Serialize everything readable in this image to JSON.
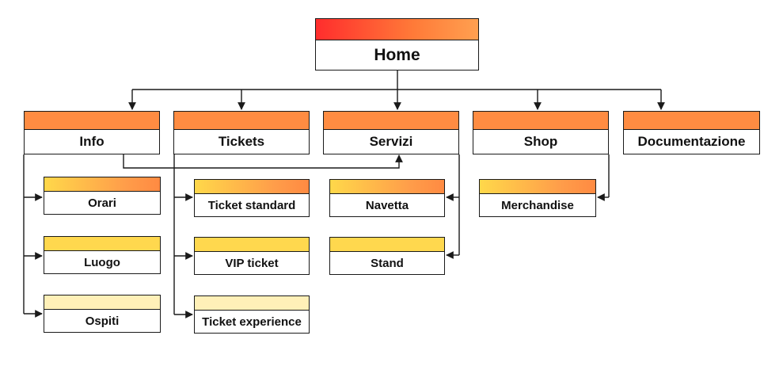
{
  "diagram": {
    "home": {
      "label": "Home"
    },
    "sections": [
      {
        "label": "Info"
      },
      {
        "label": "Tickets"
      },
      {
        "label": "Servizi"
      },
      {
        "label": "Shop"
      },
      {
        "label": "Documentazione"
      }
    ],
    "info_children": [
      {
        "label": "Orari"
      },
      {
        "label": "Luogo"
      },
      {
        "label": "Ospiti"
      }
    ],
    "tickets_children": [
      {
        "label": "Ticket standard"
      },
      {
        "label": "VIP ticket"
      },
      {
        "label": "Ticket experience"
      }
    ],
    "servizi_children": [
      {
        "label": "Navetta"
      },
      {
        "label": "Stand"
      }
    ],
    "shop_children": [
      {
        "label": "Merchandise"
      }
    ]
  },
  "colors": {
    "home_band": "#ff5a36",
    "section_band": "#ff8c42",
    "child_band_warm": "#ff9d4a",
    "child_band_yellow": "#ffd84e",
    "child_band_pale": "#fff0b8",
    "line": "#1a1a1a"
  }
}
